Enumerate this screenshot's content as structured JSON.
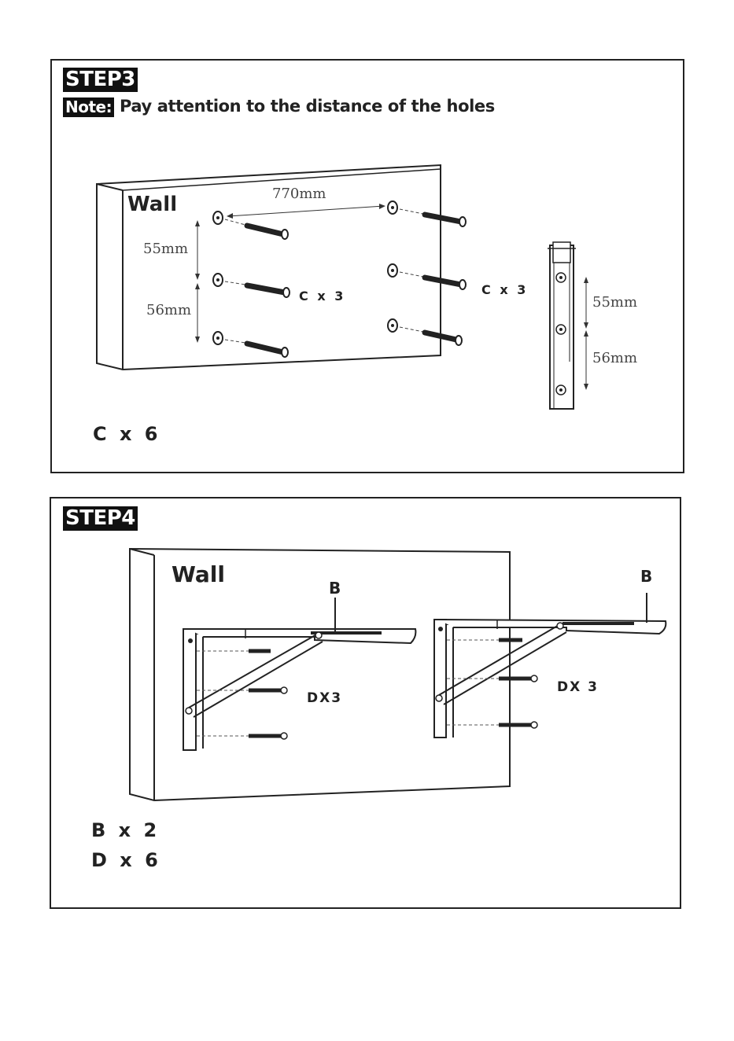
{
  "step3": {
    "title": "STEP3",
    "note_tag": "Note:",
    "note_text": "Pay attention to the distance of the holes",
    "wall_label": "Wall",
    "dim_horizontal": "770mm",
    "dim_v1": "55mm",
    "dim_v2": "56mm",
    "group_left": "C x 3",
    "group_right": "C x 3",
    "bracket_dim_1": "55mm",
    "bracket_dim_2": "56mm",
    "total": "C x 6"
  },
  "step4": {
    "title": "STEP4",
    "wall_label": "Wall",
    "part_b_left": "B",
    "part_b_right": "B",
    "screws_left": "DX3",
    "screws_right": "DX 3",
    "total_b": "B x 2",
    "total_d": "D x 6"
  }
}
